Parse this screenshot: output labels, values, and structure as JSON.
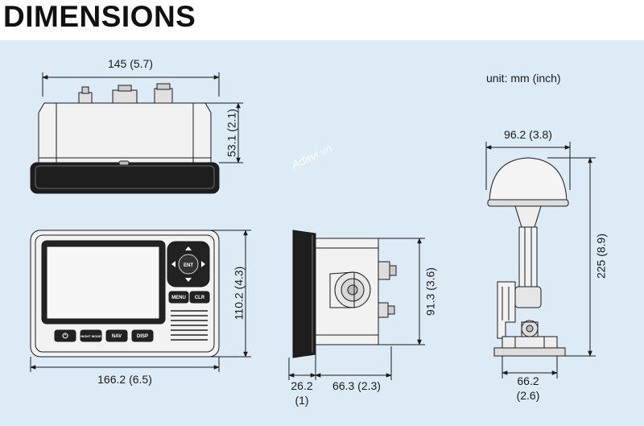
{
  "title": "DIMENSIONS",
  "unit_note": "unit: mm (inch)",
  "watermark": "Adavi.vn",
  "dimensions": {
    "top_width": "145 (5.7)",
    "top_height": "53.1 (2.1)",
    "front_width": "166.2 (6.5)",
    "front_height": "110.2 (4.3)",
    "side_height": "91.3 (3.6)",
    "side_front_depth_1": "26.2",
    "side_front_depth_2": "(1)",
    "side_depth": "66.3 (2.3)",
    "antenna_width": "96.2 (3.8)",
    "antenna_height": "225 (8.9)",
    "antenna_base_1": "66.2",
    "antenna_base_2": "(2.6)"
  },
  "buttons": {
    "enter": "ENT",
    "menu": "MENU",
    "clear": "CLR",
    "power": "⏻",
    "night": "NIGHT MODE",
    "nav": "NAV",
    "disp": "DISP"
  },
  "colors": {
    "panel_bg": "#dcebf6",
    "line": "#1a1a1a",
    "device_light": "#f2f2f2",
    "device_dark": "#1e1e1e"
  }
}
